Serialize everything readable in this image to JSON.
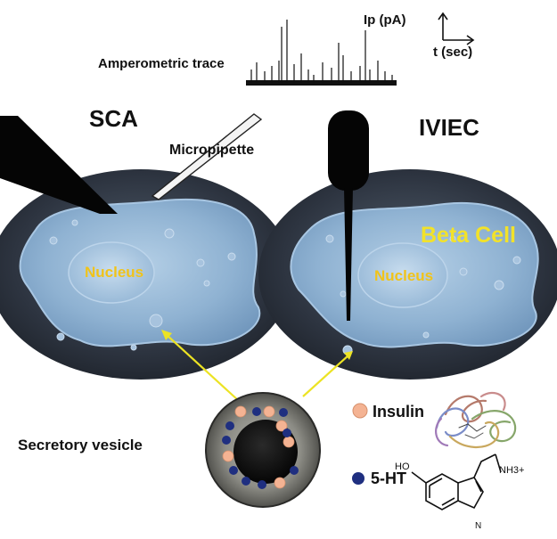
{
  "labels": {
    "amperometric_trace": "Amperometric trace",
    "ip_axis": "Ip (pA)",
    "t_axis": "t (sec)",
    "sca": "SCA",
    "iviec": "IVIEC",
    "micropipette": "Micropipette",
    "beta_cell": "Beta Cell",
    "nucleus_left": "Nucleus",
    "nucleus_right": "Nucleus",
    "secretory_vesicle": "Secretory vesicle",
    "insulin": "Insulin",
    "serotonin": "5-HT",
    "ho": "HO",
    "nh3": "NH3+",
    "n": "N"
  },
  "colors": {
    "insulin_dot": "#f4b393",
    "serotonin_dot": "#1f2f80",
    "cell_body": "#8fb4d6",
    "background_dark": "#2d3440",
    "beta_text": "#f2e22a",
    "nucleus_text": "#f0c31a",
    "arrow": "#ece324"
  },
  "icons": [
    "electrode-icon",
    "micropipette-icon",
    "insulin-protein-icon",
    "serotonin-structure-icon"
  ]
}
